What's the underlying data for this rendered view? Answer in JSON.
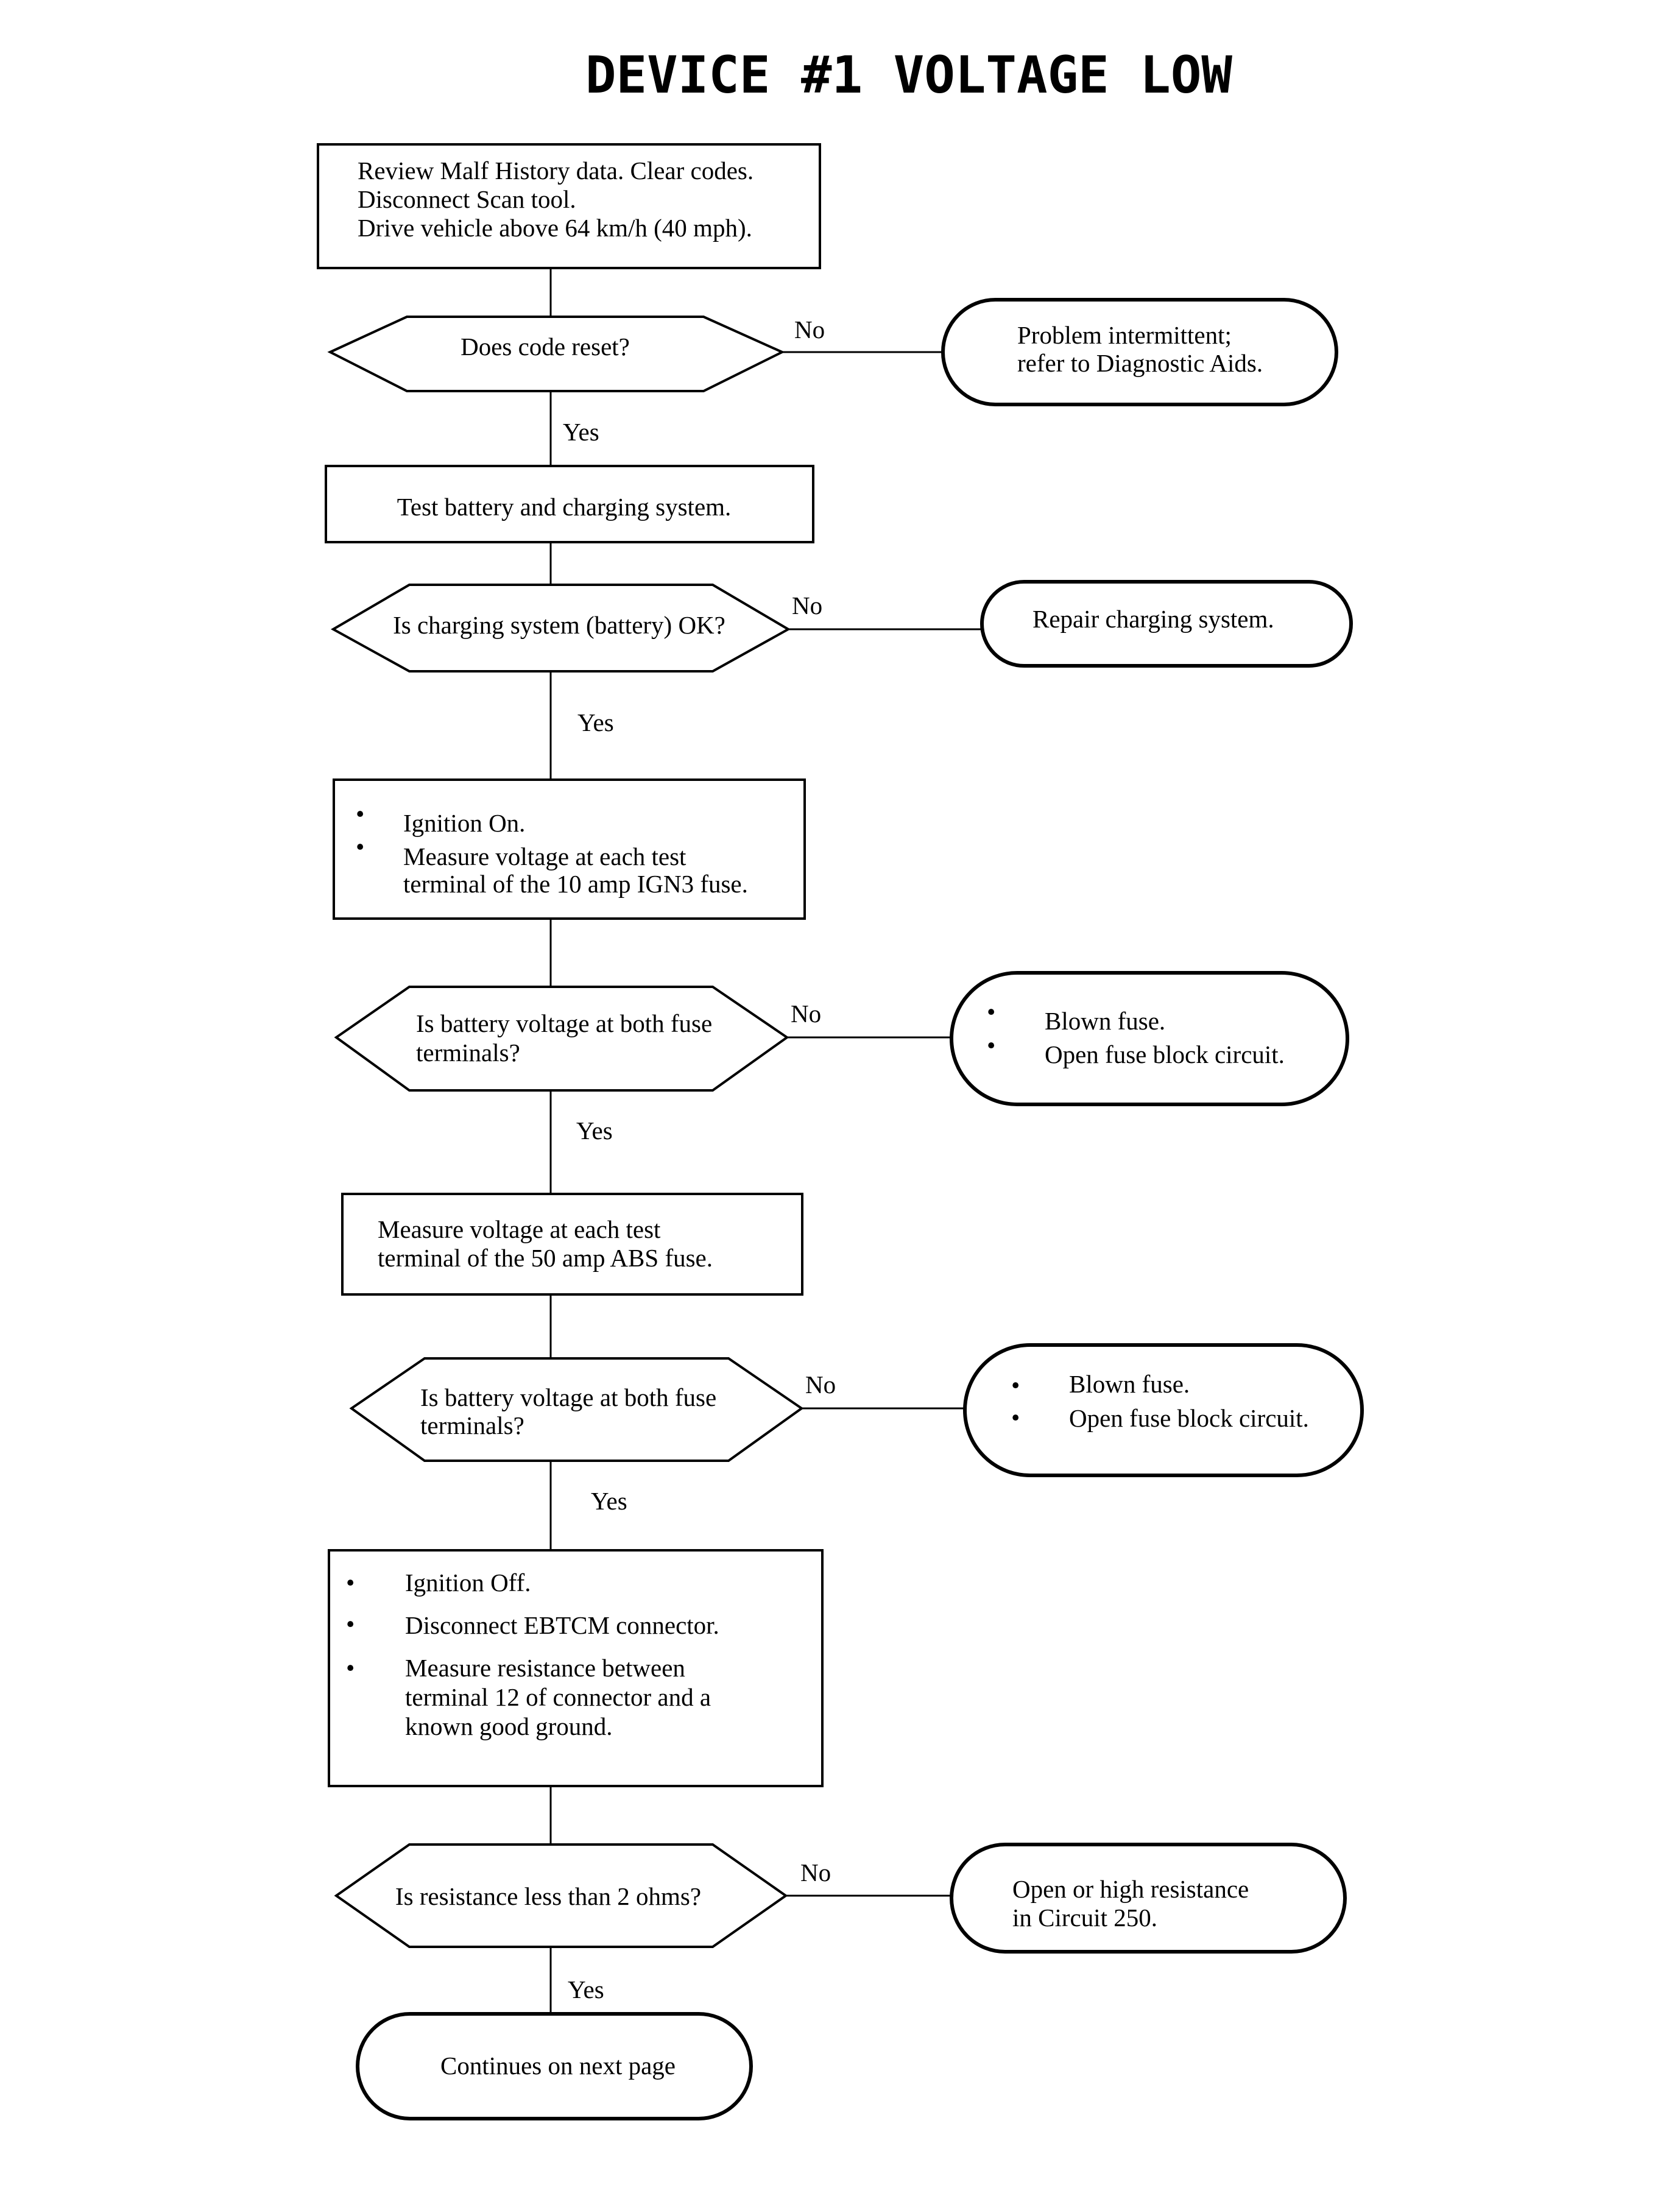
{
  "title": "DEVICE #1 VOLTAGE LOW",
  "boxes": {
    "b1": [
      "Review Malf History data. Clear codes.",
      "Disconnect Scan tool.",
      "Drive vehicle above 64 km/h (40 mph)."
    ],
    "b2": [
      "Test battery and charging system."
    ],
    "b3": {
      "bullet": "•",
      "items": [
        [
          "Ignition On."
        ],
        [
          "Measure voltage at each test",
          "terminal of the 10 amp IGN3 fuse."
        ]
      ]
    },
    "b4": [
      "Measure voltage at each test",
      "terminal of the 50 amp ABS fuse."
    ],
    "b5": {
      "bullet": "•",
      "items": [
        [
          "Ignition Off."
        ],
        [
          "Disconnect EBTCM connector."
        ],
        [
          "Measure resistance between",
          "terminal 12 of connector and a",
          "known good ground."
        ]
      ]
    }
  },
  "decisions": {
    "d1": [
      "Does code reset?"
    ],
    "d2": [
      "Is charging system (battery) OK?"
    ],
    "d3": [
      "Is battery voltage at both fuse",
      "terminals?"
    ],
    "d4": [
      "Is battery voltage at both fuse",
      "terminals?"
    ],
    "d5": [
      "Is resistance less than 2 ohms?"
    ]
  },
  "outcomes": {
    "o1": [
      "Problem intermittent;",
      "refer to Diagnostic Aids."
    ],
    "o2": [
      "Repair charging system."
    ],
    "o3": {
      "bullet": "•",
      "items": [
        "Blown fuse.",
        "Open fuse block circuit."
      ]
    },
    "o4": {
      "bullet": "•",
      "items": [
        "Blown fuse.",
        "Open fuse block circuit."
      ]
    },
    "o5": [
      "Open or high resistance",
      "in Circuit 250."
    ],
    "end": [
      "Continues on next page"
    ]
  },
  "labels": {
    "yes": "Yes",
    "no": "No"
  }
}
